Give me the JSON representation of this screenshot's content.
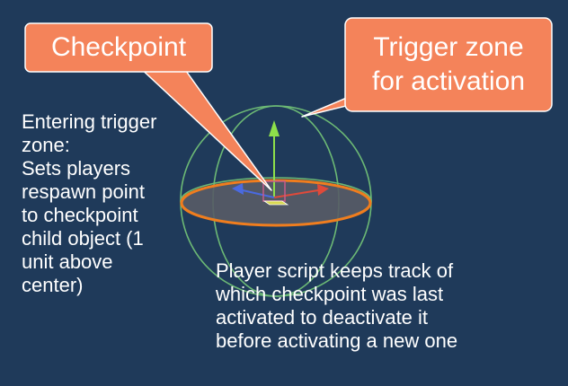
{
  "callouts": {
    "checkpoint": "Checkpoint",
    "trigger_zone": "Trigger zone\nfor activation"
  },
  "left_text": {
    "lines": [
      "Entering trigger",
      "zone:",
      "Sets players",
      "respawn point",
      "to checkpoint",
      "child object (1",
      "unit above",
      "center)"
    ]
  },
  "right_text": {
    "lines": [
      "Player script keeps track of",
      "which checkpoint was last",
      "activated to deactivate it",
      "before activating a new one"
    ]
  },
  "colors": {
    "background": "#1f3a5a",
    "callout_fill": "#f4835a",
    "callout_border": "#ffffff",
    "disc_outline": "#f07d1e",
    "wire_sphere": "#7ad07a",
    "gizmo_y": "#8ee04a",
    "gizmo_x": "#e04a3a",
    "gizmo_z": "#4a6ae0"
  },
  "icons": [
    "checkpoint-disc",
    "trigger-sphere-wireframe",
    "transform-gizmo-icon"
  ]
}
